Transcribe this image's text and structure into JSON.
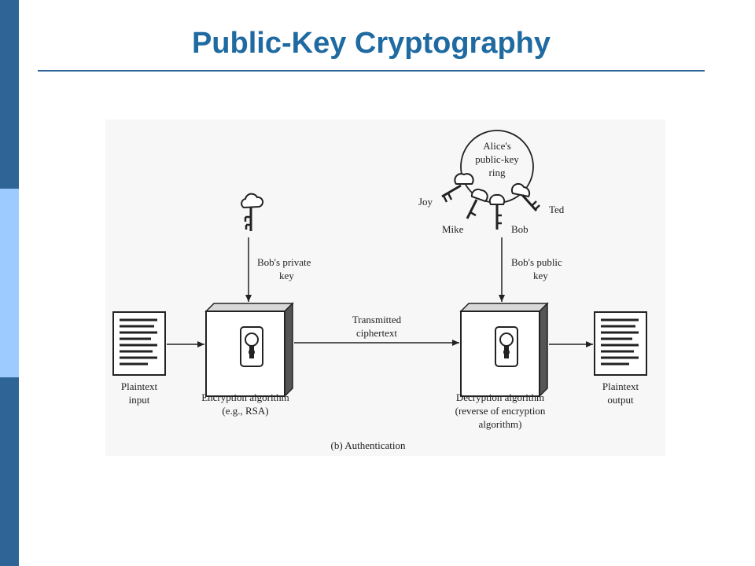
{
  "slide": {
    "title": "Public-Key Cryptography"
  },
  "diagram": {
    "caption": "(b) Authentication",
    "plaintext_input": [
      "Plaintext",
      "input"
    ],
    "plaintext_output": [
      "Plaintext",
      "output"
    ],
    "encryption": [
      "Encryption algorithm",
      "(e.g., RSA)"
    ],
    "decryption": [
      "Decryption algorithm",
      "(reverse of encryption",
      "algorithm)"
    ],
    "transmitted": [
      "Transmitted",
      "ciphertext"
    ],
    "private_key": [
      "Bob's private",
      "key"
    ],
    "public_key": [
      "Bob's public",
      "key"
    ],
    "key_ring": [
      "Alice's",
      "public-key",
      "ring"
    ],
    "key_names": {
      "joy": "Joy",
      "mike": "Mike",
      "bob": "Bob",
      "ted": "Ted"
    }
  },
  "colors": {
    "title": "#1f6aa1",
    "sidebar_dark": "#2e6496",
    "sidebar_light": "#9ecbff"
  }
}
